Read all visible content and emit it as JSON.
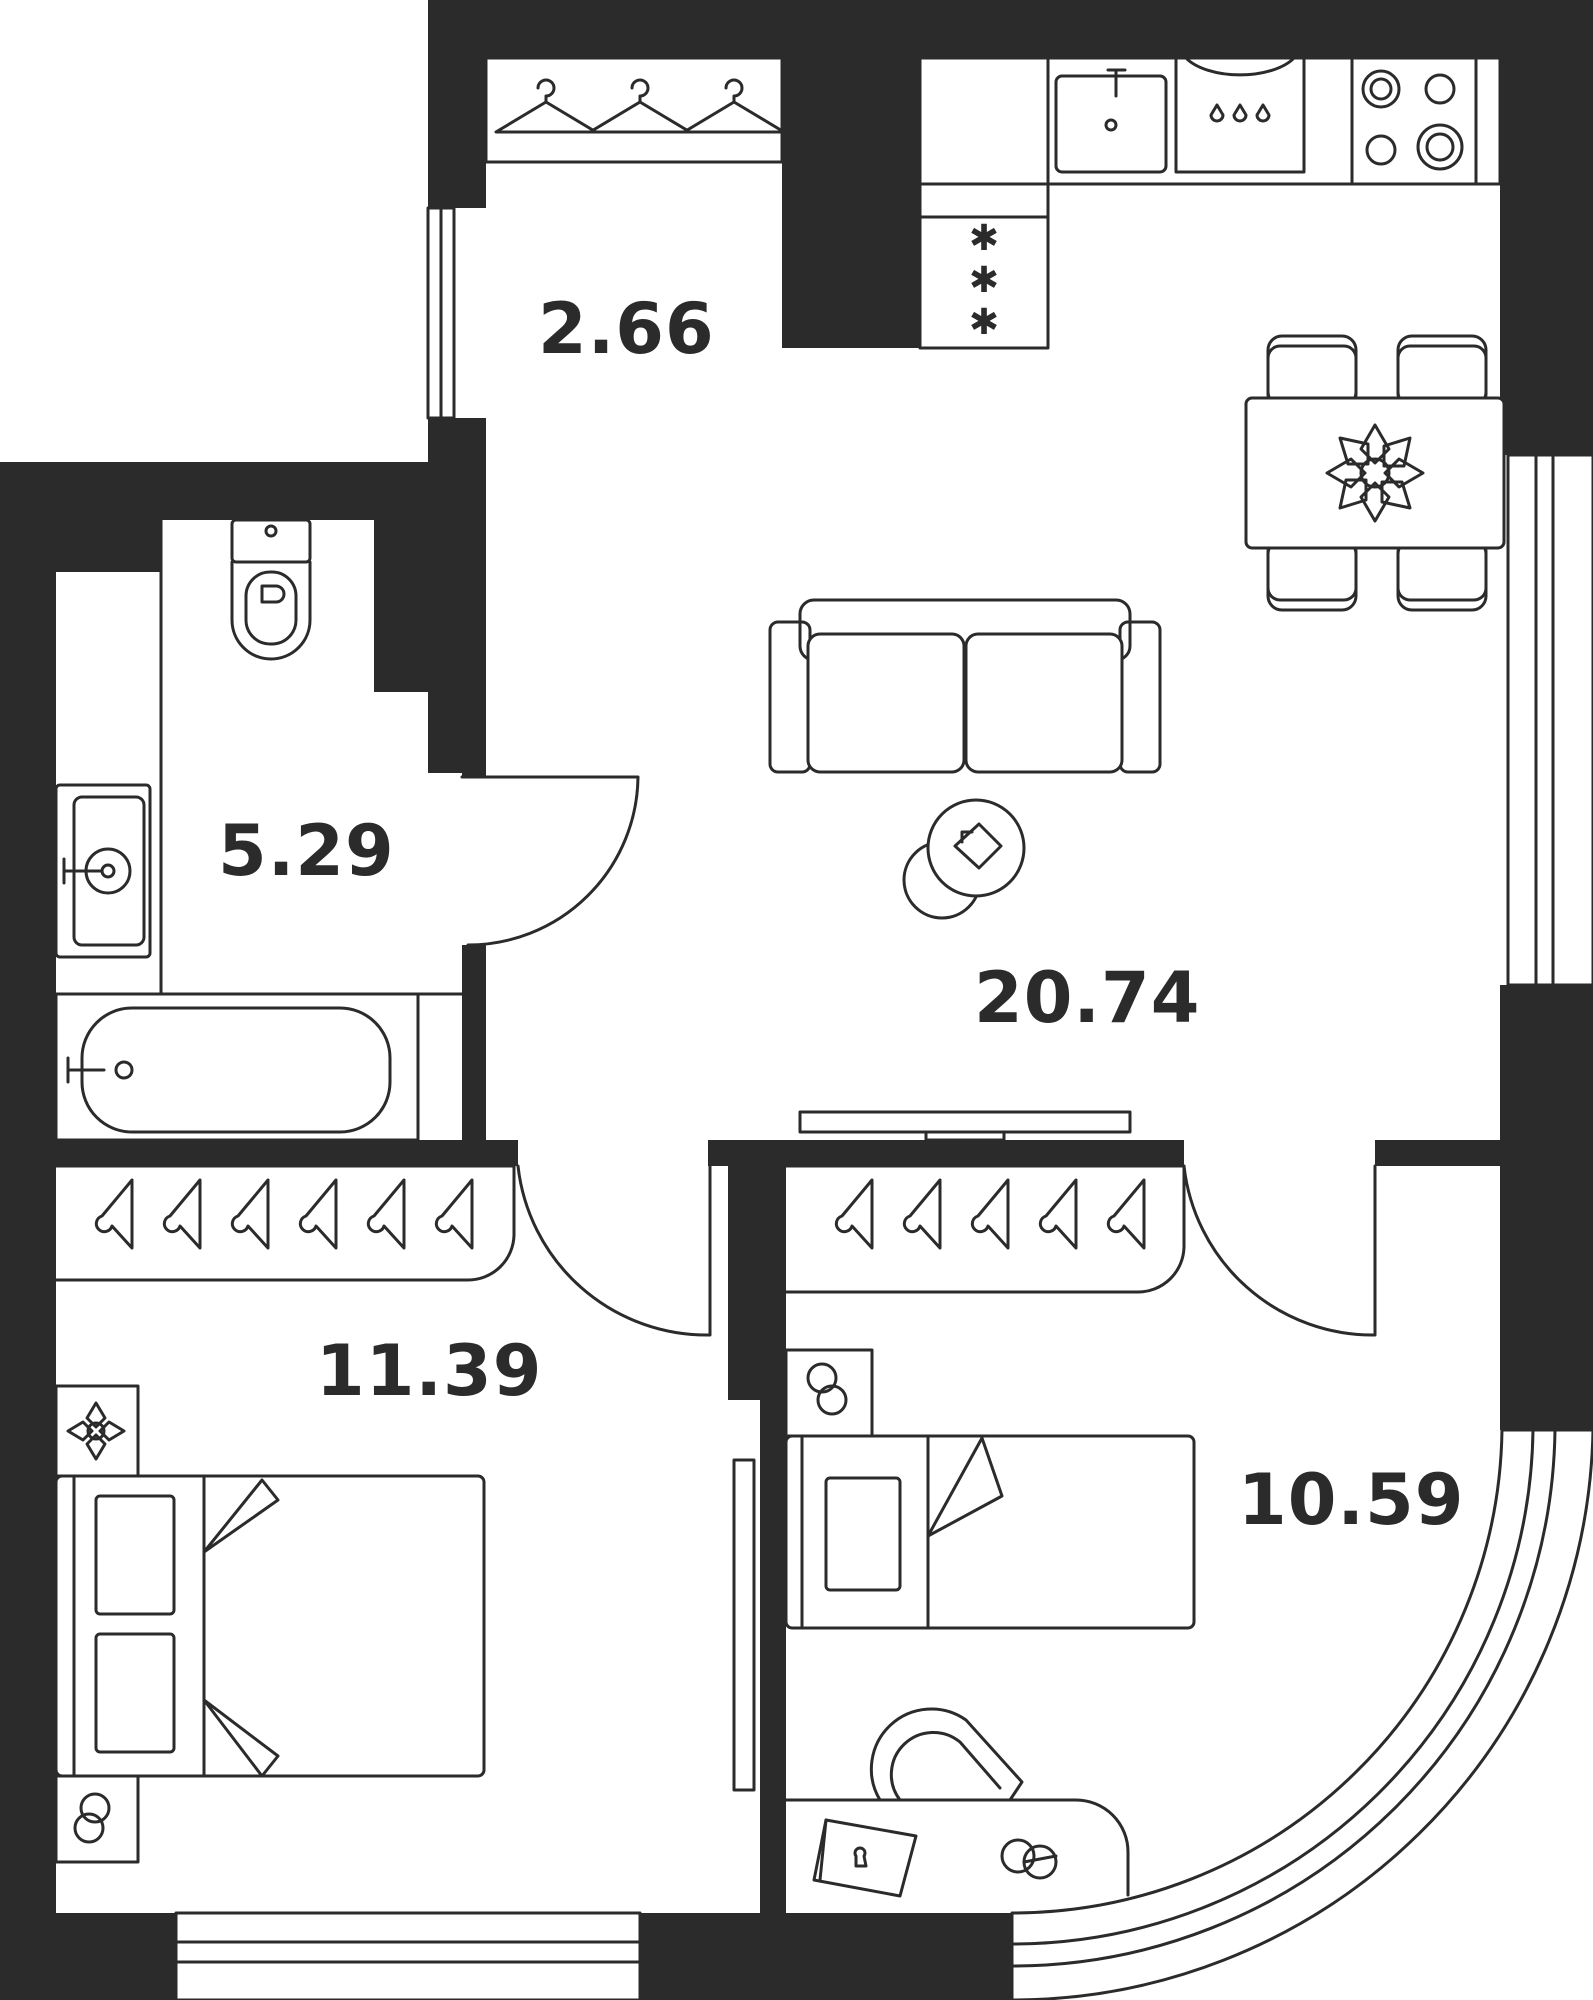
{
  "rooms": {
    "hall": {
      "area": "2.66"
    },
    "bathroom": {
      "area": "5.29"
    },
    "living_kitchen": {
      "area": "20.74"
    },
    "bedroom_left": {
      "area": "11.39"
    },
    "bedroom_right": {
      "area": "10.59"
    }
  },
  "icons": [
    "hanger-icon",
    "sink-icon",
    "washing-machine-icon",
    "stove-icon",
    "fridge-icon",
    "toilet-icon",
    "bathtub-icon",
    "sofa-icon",
    "coffee-table-icon",
    "dining-table-icon",
    "plant-icon",
    "bed-icon",
    "nightstand-lamp-icon",
    "tv-stand-icon",
    "desk-icon",
    "chair-icon"
  ],
  "colors": {
    "wall": "#2b2b2b",
    "background": "#ffffff"
  }
}
